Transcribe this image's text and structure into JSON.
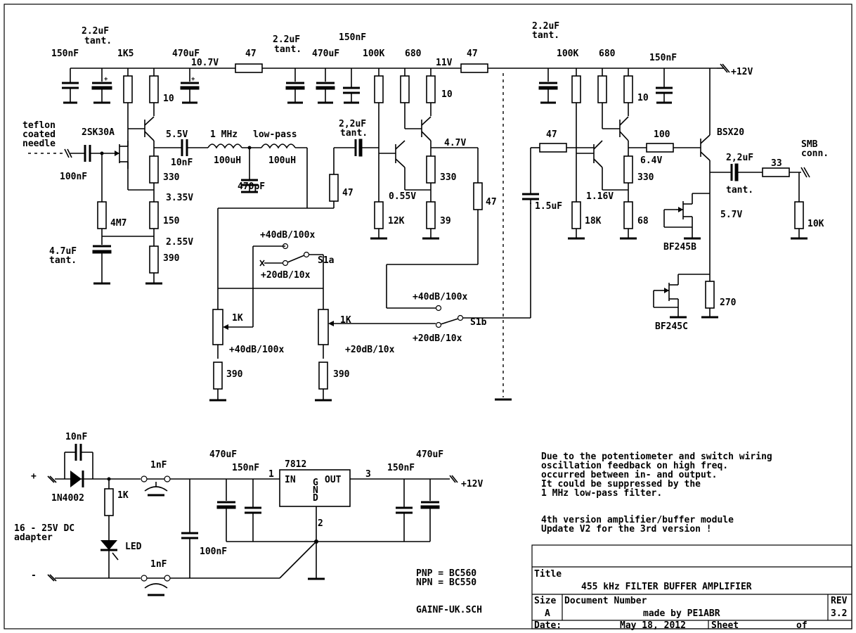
{
  "labels": {
    "cap_2u2_tant_a": "2.2uF",
    "tant_a": "tant.",
    "cap_150n_a": "150nF",
    "res_1k5": "1K5",
    "cap_470u_a": "470uF",
    "volt_10_7": "10.7V",
    "res_47_a": "47",
    "cap_2u2_tant_b": "2.2uF",
    "tant_b": "tant.",
    "cap_150n_b": "150nF",
    "cap_470u_b": "470uF",
    "res_100k_a": "100K",
    "res_680_a": "680",
    "volt_11": "11V",
    "res_47_b": "47",
    "cap_2u2_tant_c": "2.2uF",
    "tant_c": "tant.",
    "res_100k_b": "100K",
    "res_680_b": "680",
    "cap_150n_c": "150nF",
    "rail_12v": "+12V",
    "res_10_a": "10",
    "res_10_b": "10",
    "res_10_c": "10",
    "needle_1": "teflon",
    "needle_2": "coated",
    "needle_3": "needle",
    "fet_2sk30a": "2SK30A",
    "volt_5_5": "5.5V",
    "lp_1": "1 MHz",
    "lp_2": "low-pass",
    "cap_10n": "10nF",
    "ind_100u_a": "100uH",
    "ind_100u_b": "100uH",
    "cap_470p": "470pF",
    "cap_100n_in": "100nF",
    "res_330_a": "330",
    "volt_3_35": "3.35V",
    "res_4m7": "4M7",
    "res_150": "150",
    "cap_4u7": "4.7uF",
    "tant_d": "tant.",
    "volt_2_55": "2.55V",
    "res_390_a": "390",
    "cap_2c2_tant": "2,2uF",
    "tant_e": "tant.",
    "volt_4_7": "4.7V",
    "res_47_c": "47",
    "res_330_b": "330",
    "volt_0_55": "0.55V",
    "res_47_d": "47",
    "res_12k": "12K",
    "res_39": "39",
    "sw_40db_a": "+40dB/100x",
    "sw_s1a": "S1a",
    "sw_20db_a": "+20dB/10x",
    "pot_1k_a": "1K",
    "pot_40db": "+40dB/100x",
    "pot_1k_b": "1K",
    "pot_20db": "+20dB/10x",
    "res_390_b": "390",
    "res_390_c": "390",
    "sw_40db_b": "+40dB/100x",
    "sw_s1b": "S1b",
    "sw_20db_b": "+20dB/10x",
    "res_47_e": "47",
    "res_100": "100",
    "bjt_bsx20": "BSX20",
    "volt_6_4": "6.4V",
    "res_330_c": "330",
    "cap_1u5": "1.5uF",
    "volt_1_16": "1.16V",
    "res_18k": "18K",
    "res_68": "68",
    "cap_2c2_out": "2,2uF",
    "tant_f": "tant.",
    "res_33": "33",
    "smb_1": "SMB",
    "smb_2": "conn.",
    "volt_5_7": "5.7V",
    "res_10k": "10K",
    "fet_bf245b": "BF245B",
    "fet_bf245c": "BF245C",
    "res_270": "270",
    "ps_10n": "10nF",
    "ps_470u_a": "470uF",
    "ps_470u_b": "470uF",
    "ps_150n_a": "150nF",
    "ps_150n_b": "150nF",
    "ps_7812": "7812",
    "ps_pin1": "1",
    "ps_pin2": "2",
    "ps_pin3": "3",
    "ps_in": "IN",
    "ps_out": "OUT",
    "ps_g": "G",
    "ps_n": "N",
    "ps_d": "D",
    "ps_plus": "+",
    "ps_minus": "-",
    "ps_1n_a": "1nF",
    "ps_1n_b": "1nF",
    "ps_1k": "1K",
    "ps_diode": "1N4002",
    "ps_adapter_1": "16 - 25V DC",
    "ps_adapter_2": "adapter",
    "ps_led": "LED",
    "ps_100n": "100nF",
    "ps_12v": "+12V",
    "pnp": "PNP = BC560",
    "npn": "NPN = BC550",
    "filename": "GAINF-UK.SCH"
  },
  "note": [
    "Due to the potentiometer and switch wiring",
    "oscillation feedback on high freq.",
    "occurred between in- and output.",
    "It could be suppressed by the",
    "1 MHz low-pass filter.",
    "",
    "4th version amplifier/buffer module",
    "Update V2 for the 3rd version !"
  ],
  "titleblock": {
    "title_label": "Title",
    "title": "455 kHz FILTER BUFFER AMPLIFIER",
    "size_label": "Size",
    "size": "A",
    "docnum_label": "Document Number",
    "made_by": "made by PE1ABR",
    "rev_label": "REV",
    "rev": "3.2",
    "date_label": "Date:",
    "date": "May 18, 2012",
    "sheet_label": "Sheet",
    "of_label": "of"
  }
}
